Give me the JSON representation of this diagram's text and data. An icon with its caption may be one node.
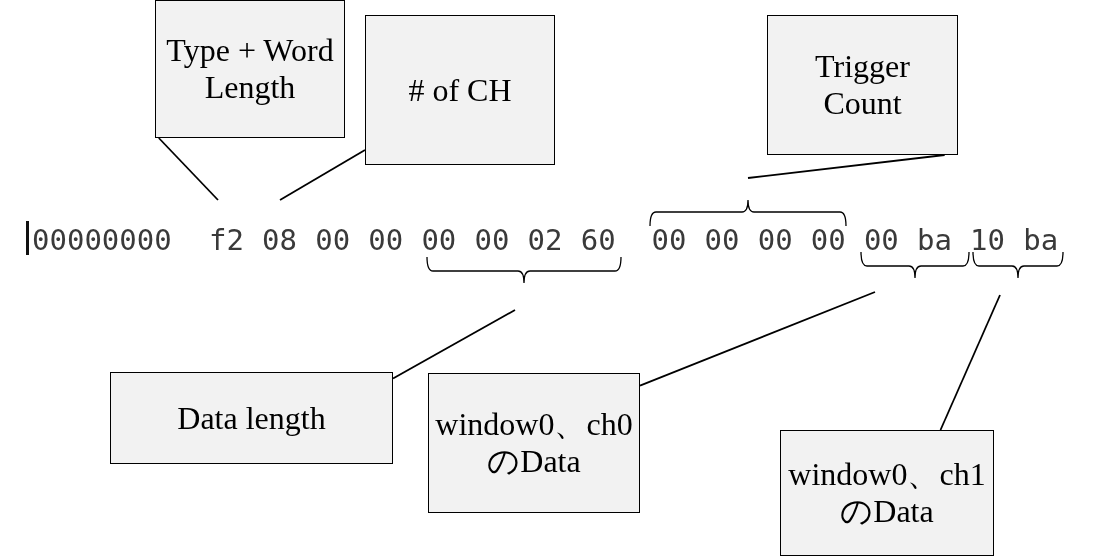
{
  "diagram": {
    "nodes": [
      {
        "text": [
          "Type + Word Length"
        ]
      },
      {
        "text": [
          "# of CH"
        ]
      },
      {
        "text": [
          "Trigger Count"
        ]
      },
      {
        "text": [
          "Data length"
        ]
      },
      {
        "text": [
          "window0、ch0 のData"
        ]
      },
      {
        "text": [
          "window0、ch1 のData"
        ]
      }
    ],
    "edges": [
      {
        "from": 0,
        "to": null,
        "arrow": "none"
      },
      {
        "from": 1,
        "to": null,
        "arrow": "none"
      },
      {
        "from": 2,
        "to": null,
        "arrow": "none"
      },
      {
        "from": 3,
        "to": null,
        "arrow": "none"
      },
      {
        "from": 4,
        "to": null,
        "arrow": "none"
      },
      {
        "from": 5,
        "to": null,
        "arrow": "none"
      }
    ],
    "labels": [
      "00000000",
      "f2",
      "08",
      "00",
      "00",
      "00",
      "00",
      "02",
      "60",
      "00",
      "00",
      "00",
      "00",
      "00",
      "ba",
      "10",
      "ba"
    ]
  }
}
